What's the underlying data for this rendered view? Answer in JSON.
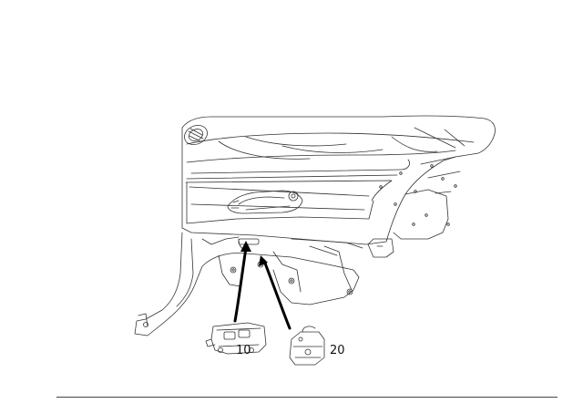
{
  "callouts": [
    {
      "id": "10",
      "label": "10"
    },
    {
      "id": "20",
      "label": "20"
    }
  ]
}
